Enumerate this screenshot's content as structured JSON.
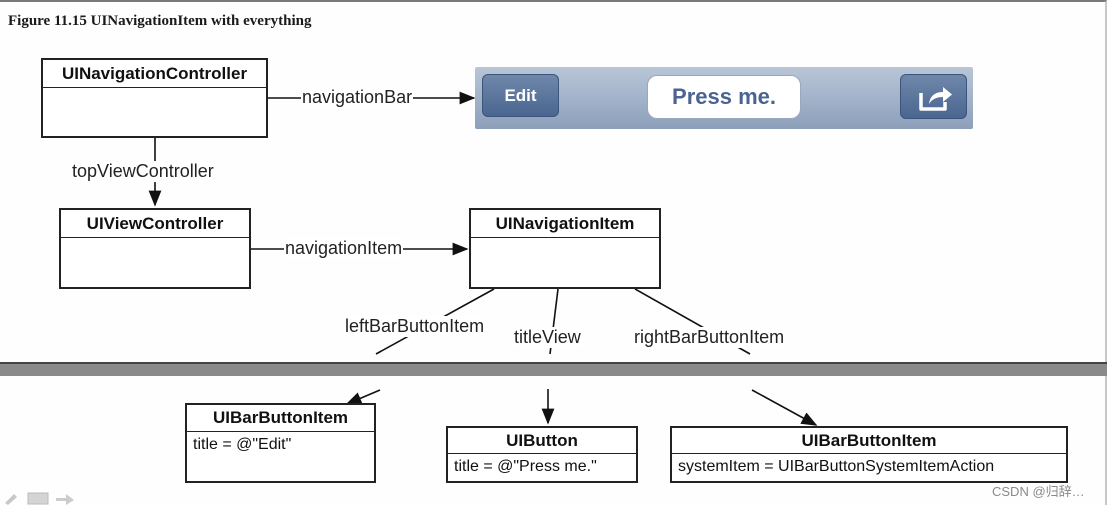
{
  "figure_caption": "Figure 11.15  UINavigationItem with everything",
  "boxes": {
    "navigation_controller": {
      "title": "UINavigationController",
      "body": ""
    },
    "view_controller": {
      "title": "UIViewController",
      "body": ""
    },
    "navigation_item": {
      "title": "UINavigationItem",
      "body": ""
    },
    "left_bar_button_item": {
      "title": "UIBarButtonItem",
      "body": "title = @\"Edit\""
    },
    "button": {
      "title": "UIButton",
      "body": "title = @\"Press me.\""
    },
    "right_bar_button_item": {
      "title": "UIBarButtonItem",
      "body": "systemItem = UIBarButtonSystemItemAction"
    }
  },
  "edge_labels": {
    "navigation_bar": "navigationBar",
    "top_view_controller": "topViewController",
    "navigation_item": "navigationItem",
    "left_bar_button_item": "leftBarButtonItem",
    "title_view": "titleView",
    "right_bar_button_item": "rightBarButtonItem"
  },
  "navigation_bar_preview": {
    "left_button": "Edit",
    "title_button": "Press me.",
    "right_button_icon": "share-action-icon"
  },
  "watermark": "CSDN @归辞…"
}
